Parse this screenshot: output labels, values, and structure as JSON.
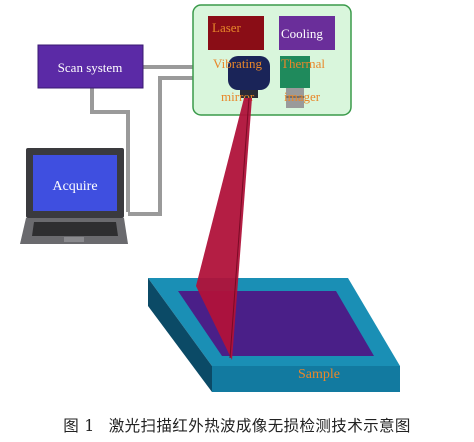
{
  "labels": {
    "scan_system": "Scan system",
    "acquire": "Acquire",
    "laser": "Laser",
    "cooling": "Cooling",
    "vibrating_mirror_1": "Vibrating",
    "vibrating_mirror_2": "mirror",
    "thermal_imager_1": "Thermal",
    "thermal_imager_2": "imager",
    "sample": "Sample"
  },
  "caption": {
    "number": "图 1",
    "text": "激光扫描红外热波成像无损检测技术示意图"
  },
  "colors": {
    "scan_box": "#5b2aa6",
    "module_panel": "#d9f6dc",
    "module_border": "#3a9a4a",
    "laser_box": "#8a0d16",
    "cooling_box": "#6a2e9a",
    "mirror_body": "#1a2458",
    "imager_body": "#1f8a5c",
    "laser_beam": "#b0123a",
    "sample_frame": "#1a8fb5",
    "sample_inner": "#4a1f88",
    "orange_text": "#e8872a",
    "screen": "#3f4fe0",
    "cable": "#9a9a9a"
  }
}
